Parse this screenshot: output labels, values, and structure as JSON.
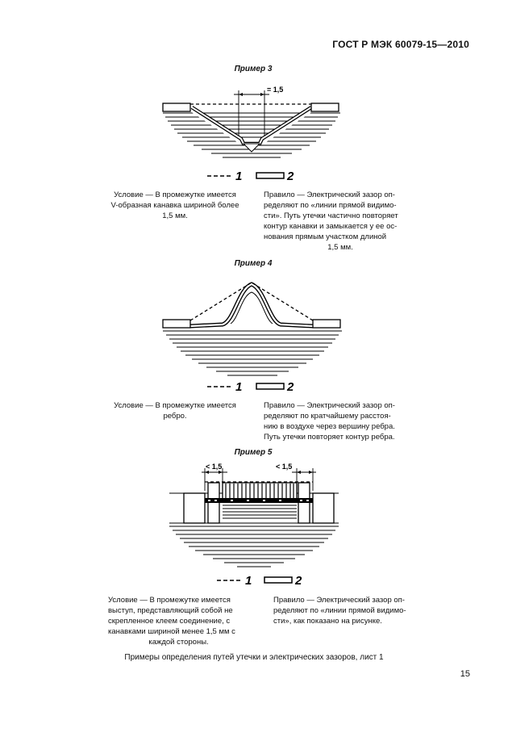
{
  "header": {
    "code": "ГОСТ Р МЭК 60079-15—2010"
  },
  "examples": [
    {
      "title": "Пример 3",
      "dimension": "= 1,5",
      "legend": [
        "1",
        "2"
      ],
      "condition": [
        "Условие — В промежутке имеется",
        "V-образная канавка шириной более",
        "1,5 мм."
      ],
      "rule": [
        "Правило — Электрический зазор оп-",
        "ределяют по «линии прямой видимо-",
        "сти». Путь утечки частично повторяет",
        "контур канавки и замыкается у ее ос-",
        "нования  прямым участком длиной",
        "1,5 мм."
      ]
    },
    {
      "title": "Пример 4",
      "legend": [
        "1",
        "2"
      ],
      "condition": [
        "Условие — В промежутке имеется",
        "ребро."
      ],
      "rule": [
        "Правило — Электрический зазор оп-",
        "ределяют по кратчайшему расстоя-",
        "нию в воздухе через вершину ребра.",
        "Путь утечки повторяет контур ребра."
      ]
    },
    {
      "title": "Пример 5",
      "dimension_left": "< 1,5",
      "dimension_right": "< 1,5",
      "legend": [
        "1",
        "2"
      ],
      "condition": [
        "Условие — В промежутке имеется",
        "выступ, представляющий собой не",
        "скрепленное клеем соединение, с",
        "канавками шириной менее 1,5 мм с",
        "каждой стороны."
      ],
      "rule": [
        "Правило — Электрический зазор оп-",
        "ределяют по «линии прямой видимо-",
        "сти», как показано на рисунке."
      ]
    }
  ],
  "caption": "Примеры определения путей утечки и электрических зазоров, лист 1",
  "page_number": "15"
}
